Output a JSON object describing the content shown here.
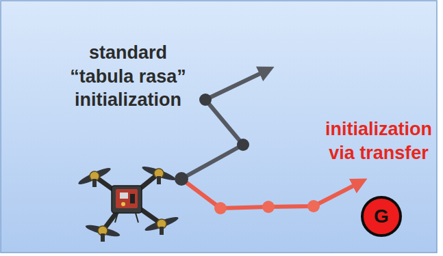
{
  "diagram": {
    "nodes": [
      {
        "text": [
          "G"
        ]
      }
    ],
    "labels": [
      "standard “tabula rasa” initialization",
      "initialization via transfer"
    ]
  }
}
